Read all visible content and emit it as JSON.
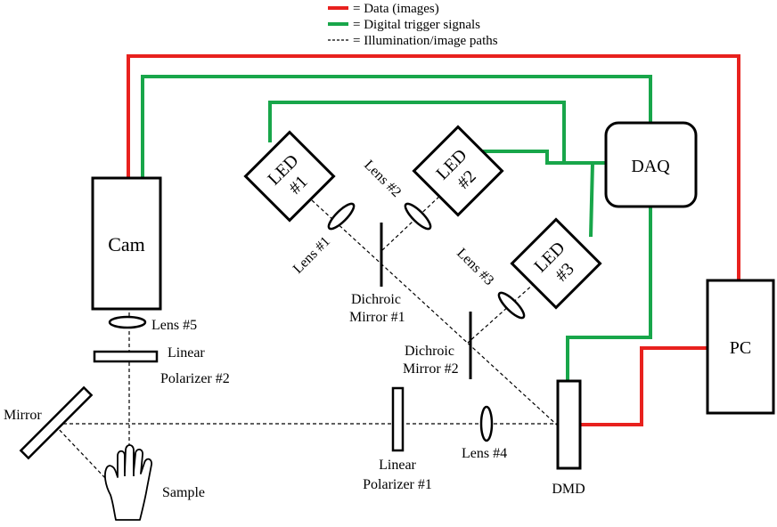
{
  "legend": {
    "data_label": "= Data (images)",
    "trigger_label": "= Digital trigger signals",
    "path_label": "= Illumination/image paths"
  },
  "colors": {
    "data": "#e8211e",
    "trigger": "#18a64a",
    "path": "#000000"
  },
  "components": {
    "cam": "Cam",
    "daq": "DAQ",
    "pc": "PC",
    "dmd": "DMD",
    "mirror": "Mirror",
    "sample": "Sample",
    "led1": [
      "LED",
      "#1"
    ],
    "led2": [
      "LED",
      "#2"
    ],
    "led3": [
      "LED",
      "#3"
    ],
    "lens1": "Lens #1",
    "lens2": "Lens #2",
    "lens3": "Lens #3",
    "lens4": "Lens #4",
    "lens5": "Lens #5",
    "dichroic1": [
      "Dichroic",
      "Mirror #1"
    ],
    "dichroic2": [
      "Dichroic",
      "Mirror #2"
    ],
    "polarizer1": [
      "Linear",
      "Polarizer #1"
    ],
    "polarizer2": [
      "Linear",
      "Polarizer #2"
    ]
  }
}
